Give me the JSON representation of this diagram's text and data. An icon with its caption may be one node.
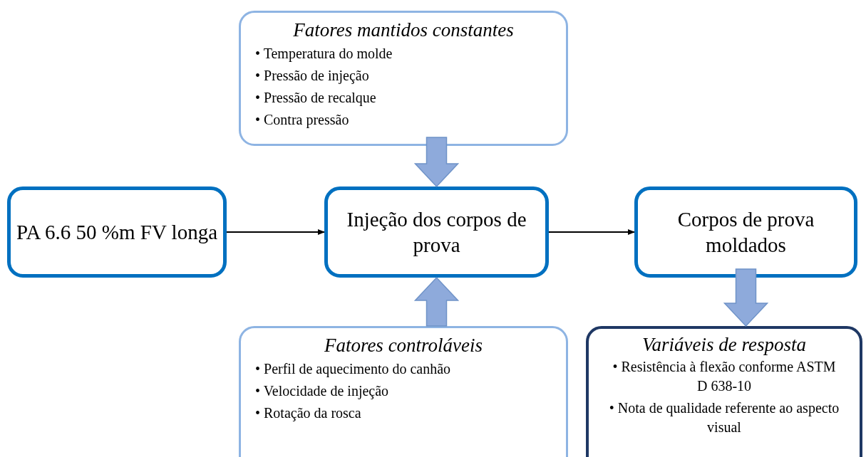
{
  "diagram": {
    "nodes": [
      {
        "text": [
          "Fatores mantidos constantes",
          "• Temperatura do molde",
          "• Pressão de injeção",
          "• Pressão de recalque",
          "• Contra pressão"
        ]
      },
      {
        "text": [
          "PA 6.6 50 %m FV longa"
        ]
      },
      {
        "text": [
          "Injeção dos corpos de prova"
        ]
      },
      {
        "text": [
          "Corpos de prova moldados"
        ]
      },
      {
        "text": [
          "Fatores controláveis",
          "• Perfil de aquecimento do canhão",
          "• Velocidade de injeção",
          "• Rotação da rosca"
        ]
      },
      {
        "text": [
          "Variáveis de resposta",
          "• Resistência à flexão conforme ASTM D 638-10",
          "• Nota de qualidade referente ao aspecto visual"
        ]
      }
    ],
    "edges": [
      {
        "from": 1,
        "to": 2,
        "arrow": "to"
      },
      {
        "from": 2,
        "to": 3,
        "arrow": "to"
      },
      {
        "from": 0,
        "to": 2,
        "arrow": "to",
        "style": "thick",
        "color": "#8eaadb"
      },
      {
        "from": 4,
        "to": 2,
        "arrow": "to",
        "style": "thick",
        "color": "#8eaadb"
      },
      {
        "from": 3,
        "to": 5,
        "arrow": "to",
        "style": "thick",
        "color": "#8eaadb"
      }
    ]
  }
}
